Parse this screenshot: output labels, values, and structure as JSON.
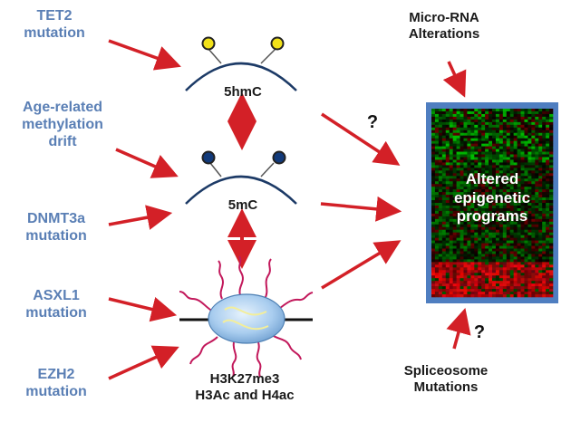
{
  "causes": {
    "tet2": [
      "TET2",
      "mutation"
    ],
    "age": [
      "Age-related",
      "methylation",
      "drift"
    ],
    "dnmt3a": [
      "DNMT3a",
      "mutation"
    ],
    "asxl1": [
      "ASXL1",
      "mutation"
    ],
    "ezh2": [
      "EZH2",
      "mutation"
    ]
  },
  "marks": {
    "hmc": "5hmC",
    "mc": "5mC",
    "histone": [
      "H3K27me3",
      "H3Ac and H4ac"
    ]
  },
  "outputs": {
    "microrna": [
      "Micro-RNA",
      "Alterations"
    ],
    "spliceosome": [
      "Spliceosome",
      "Mutations"
    ],
    "heatmap_label": [
      "Altered",
      "epigenetic",
      "programs"
    ]
  },
  "question_mark": "?",
  "colors": {
    "label_blue": "#5a7fb5",
    "arrow_red": "#d32027",
    "frame_blue": "#4f7ec0",
    "hmc_dot": "#f2e21a",
    "mc_dot": "#123a7a",
    "histone_tail": "#c2185b",
    "nucleosome": "#a9cdef"
  }
}
